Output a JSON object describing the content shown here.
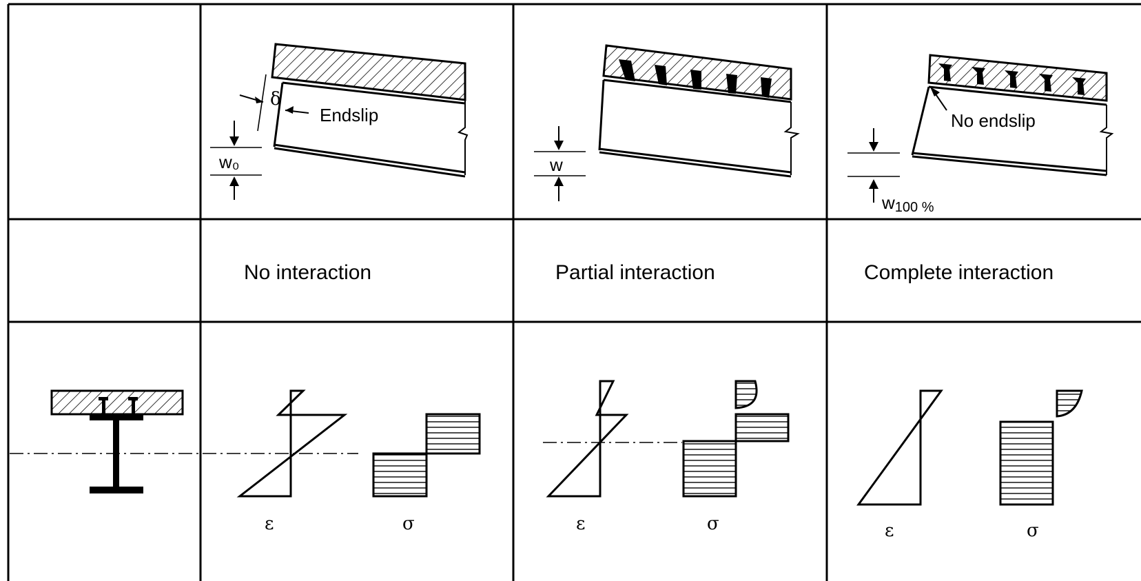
{
  "columns": {
    "none": {
      "label": "No interaction",
      "slip_label": "Endslip",
      "slip_symbol": "δ",
      "deflection_label": "w₀"
    },
    "partial": {
      "label": "Partial interaction",
      "deflection_label": "w"
    },
    "complete": {
      "label": "Complete interaction",
      "slip_label": "No endslip",
      "deflection_label": "w",
      "deflection_subscript": "100 %"
    }
  },
  "strain_symbol": "ε",
  "stress_symbol": "σ",
  "colors": {
    "line": "#000000",
    "background": "#ffffff"
  }
}
